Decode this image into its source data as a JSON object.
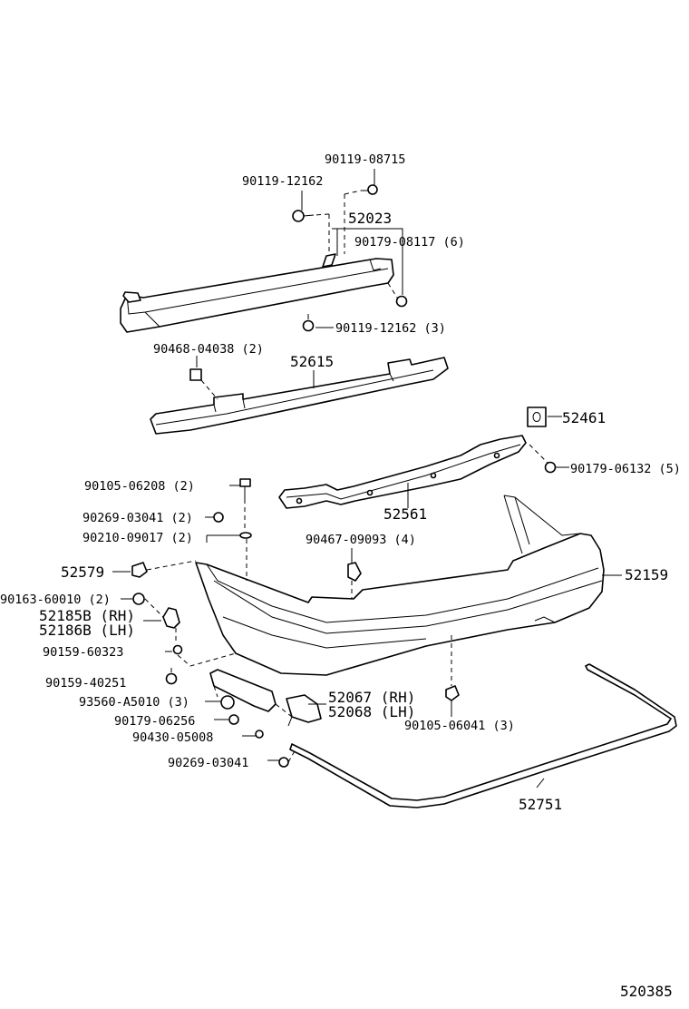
{
  "diagram": {
    "page_code": "520385",
    "callouts": [
      {
        "id": "c1",
        "text": "90119-08715"
      },
      {
        "id": "c2",
        "text": "90119-12162"
      },
      {
        "id": "c3",
        "text": "52023"
      },
      {
        "id": "c4",
        "text": "90179-08117 (6)"
      },
      {
        "id": "c5",
        "text": "90119-12162 (3)"
      },
      {
        "id": "c6",
        "text": "90468-04038 (2)"
      },
      {
        "id": "c7",
        "text": "52615"
      },
      {
        "id": "c8",
        "text": "52461"
      },
      {
        "id": "c9",
        "text": "90179-06132 (5)"
      },
      {
        "id": "c10",
        "text": "90105-06208 (2)"
      },
      {
        "id": "c11",
        "text": "90269-03041 (2)"
      },
      {
        "id": "c12",
        "text": "52561"
      },
      {
        "id": "c13",
        "text": "90210-09017 (2)"
      },
      {
        "id": "c14",
        "text": "90467-09093 (4)"
      },
      {
        "id": "c15",
        "text": "52579"
      },
      {
        "id": "c16",
        "text": "52159"
      },
      {
        "id": "c17",
        "text": "90163-60010 (2)"
      },
      {
        "id": "c18",
        "text": "52185B (RH)"
      },
      {
        "id": "c19",
        "text": "52186B (LH)"
      },
      {
        "id": "c20",
        "text": "90159-60323"
      },
      {
        "id": "c21",
        "text": "90159-40251"
      },
      {
        "id": "c22",
        "text": "93560-A5010 (3)"
      },
      {
        "id": "c23",
        "text": "52067 (RH)"
      },
      {
        "id": "c24",
        "text": "52068 (LH)"
      },
      {
        "id": "c25",
        "text": "90179-06256"
      },
      {
        "id": "c26",
        "text": "90105-06041 (3)"
      },
      {
        "id": "c27",
        "text": "90430-05008"
      },
      {
        "id": "c28",
        "text": "90269-03041"
      },
      {
        "id": "c29",
        "text": "52751"
      }
    ]
  }
}
